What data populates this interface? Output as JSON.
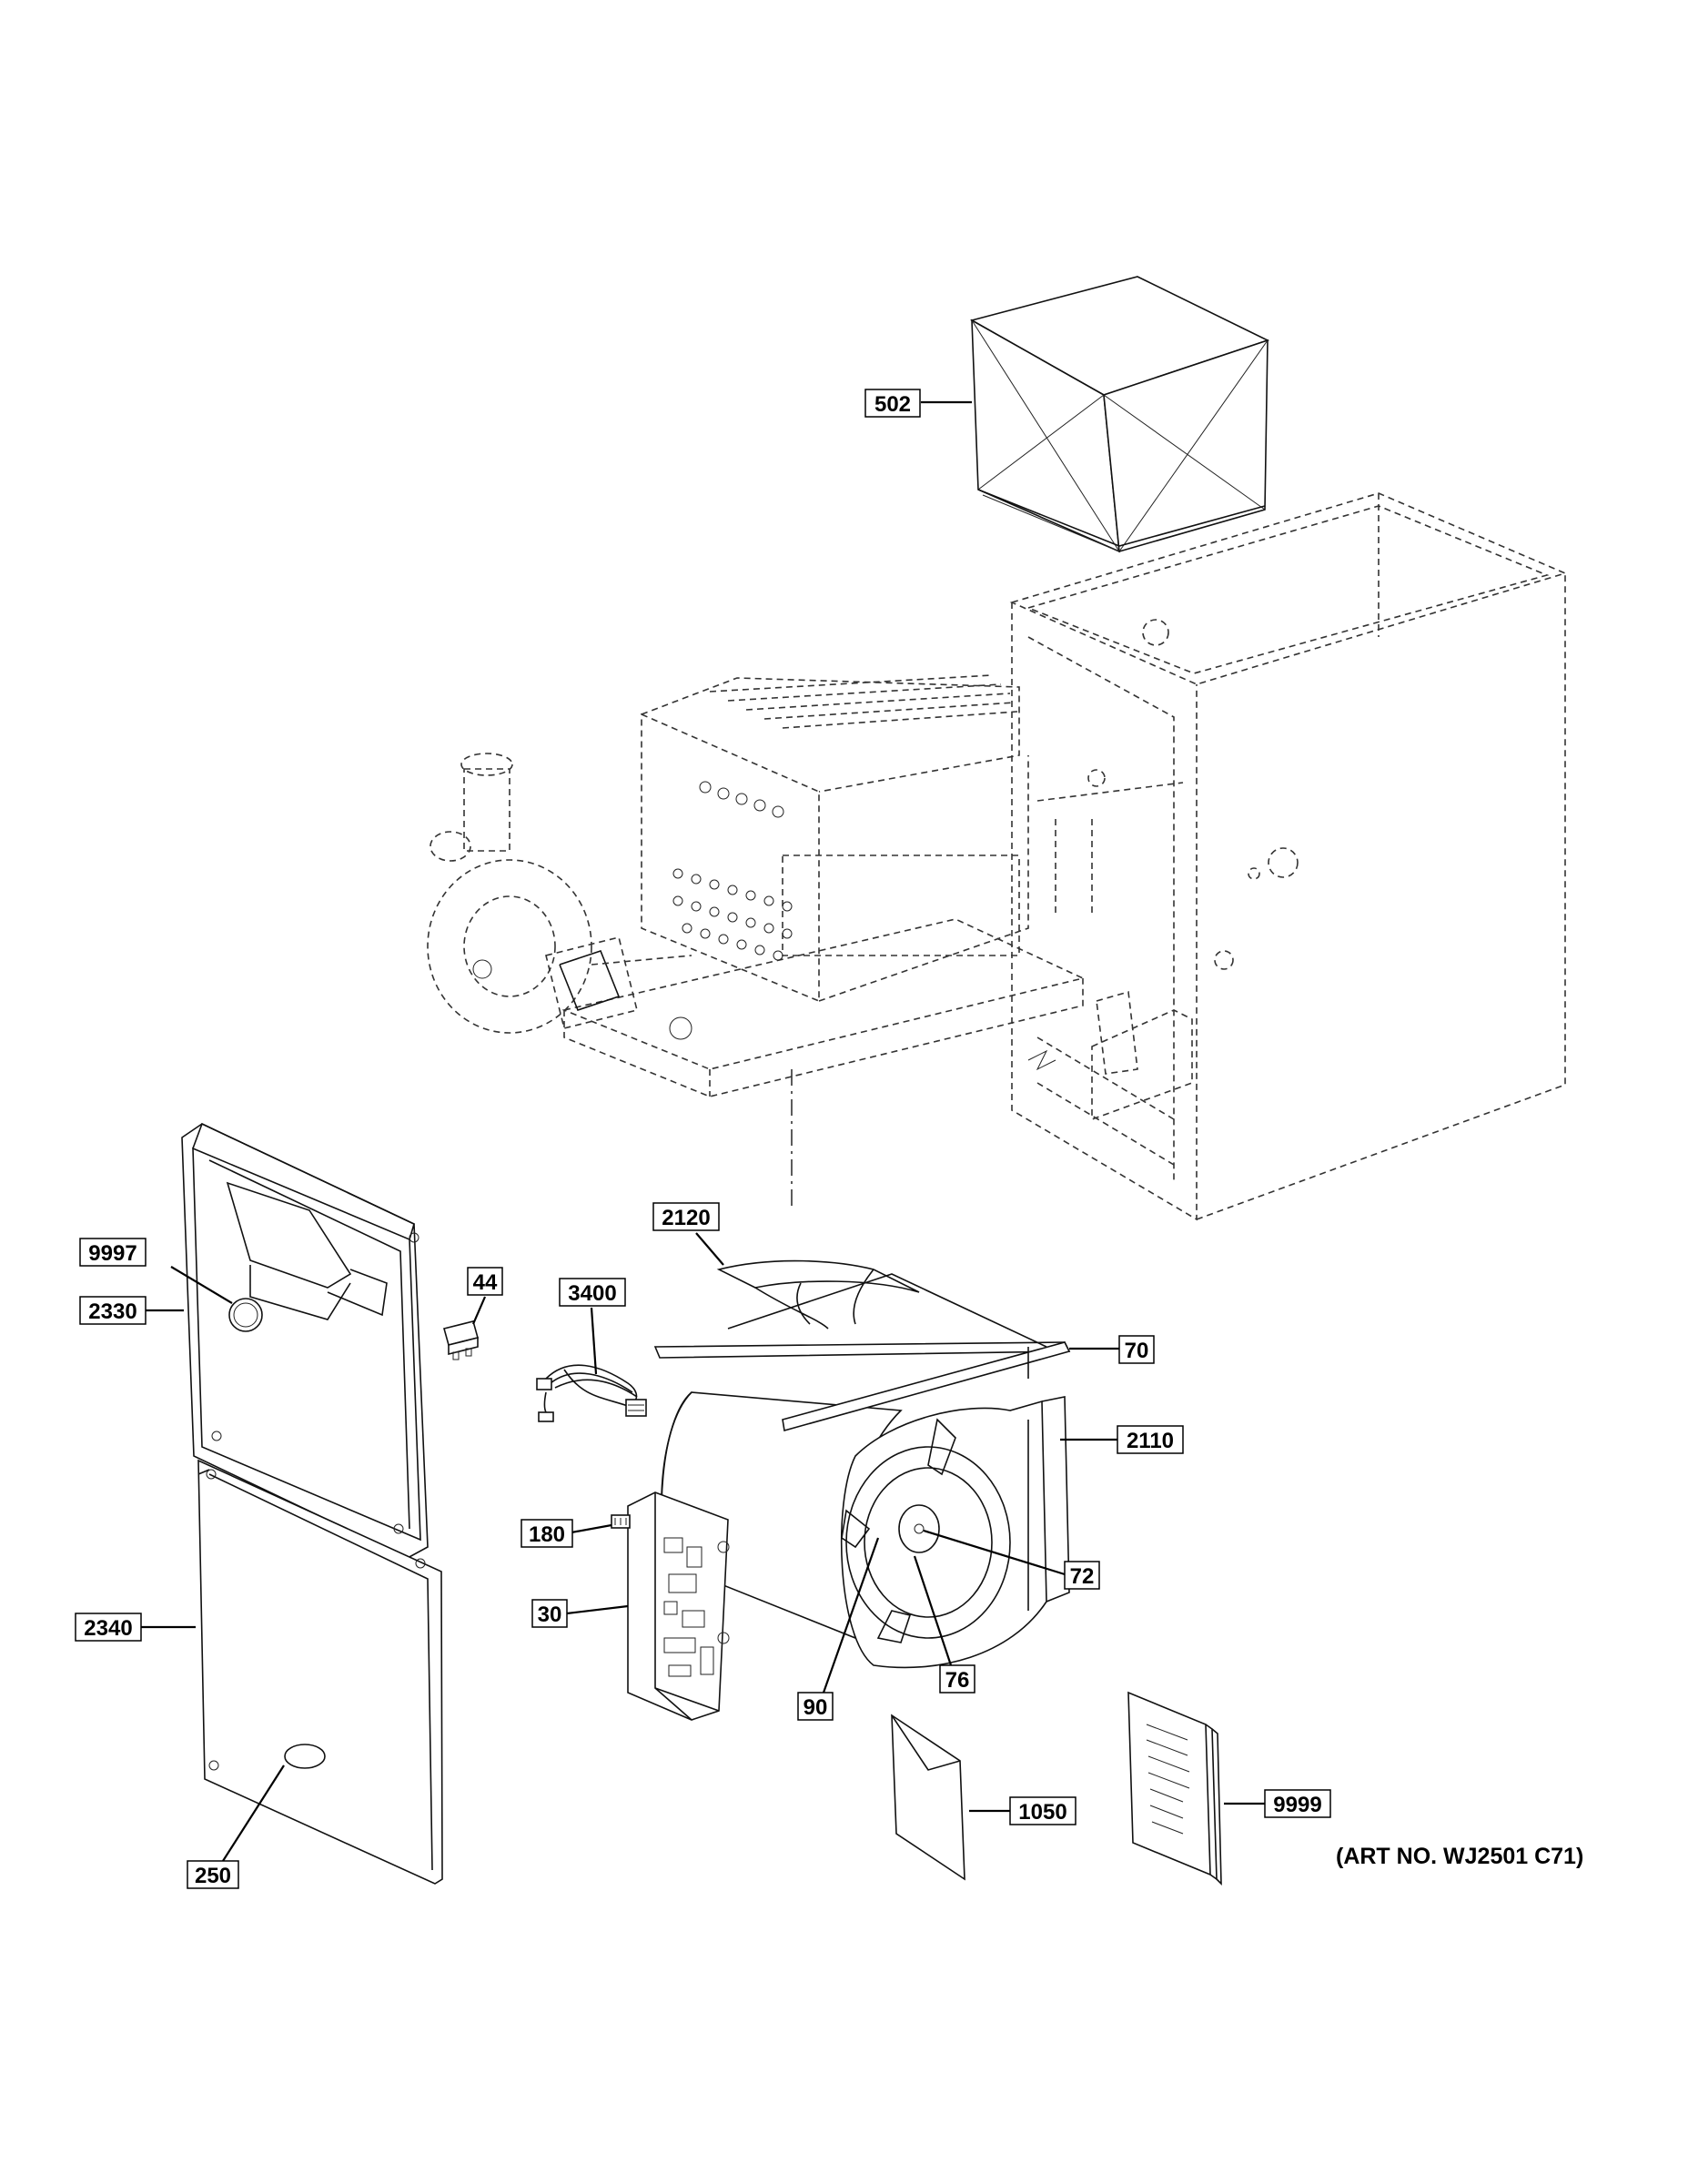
{
  "diagram": {
    "art_number": "(ART NO. WJ2501 C71)",
    "callouts": [
      {
        "id": "502",
        "label": "502"
      },
      {
        "id": "9997",
        "label": "9997"
      },
      {
        "id": "2330",
        "label": "2330"
      },
      {
        "id": "44",
        "label": "44"
      },
      {
        "id": "3400",
        "label": "3400"
      },
      {
        "id": "2120",
        "label": "2120"
      },
      {
        "id": "70",
        "label": "70"
      },
      {
        "id": "2110",
        "label": "2110"
      },
      {
        "id": "180",
        "label": "180"
      },
      {
        "id": "72",
        "label": "72"
      },
      {
        "id": "30",
        "label": "30"
      },
      {
        "id": "76",
        "label": "76"
      },
      {
        "id": "2340",
        "label": "2340"
      },
      {
        "id": "90",
        "label": "90"
      },
      {
        "id": "1050",
        "label": "1050"
      },
      {
        "id": "9999",
        "label": "9999"
      },
      {
        "id": "250",
        "label": "250"
      }
    ],
    "part_icons": {
      "front-door-logo": "ge-logo"
    }
  }
}
